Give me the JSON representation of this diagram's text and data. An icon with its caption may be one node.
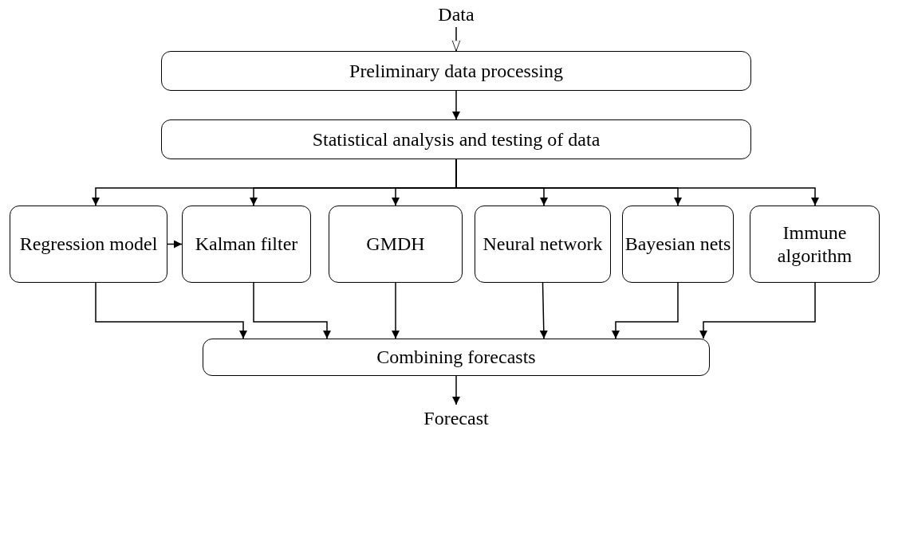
{
  "diagram": {
    "nodes": [
      {
        "text": [
          "Data"
        ]
      },
      {
        "text": [
          "Preliminary data processing"
        ]
      },
      {
        "text": [
          "Statistical analysis and testing of data"
        ]
      },
      {
        "text": [
          "Regression model"
        ]
      },
      {
        "text": [
          "Kalman filter"
        ]
      },
      {
        "text": [
          "GMDH"
        ]
      },
      {
        "text": [
          "Neural network"
        ]
      },
      {
        "text": [
          "Bayesian nets"
        ]
      },
      {
        "text": [
          "Immune algorithm"
        ]
      },
      {
        "text": [
          "Combining forecasts"
        ]
      },
      {
        "text": [
          "Forecast"
        ]
      }
    ],
    "edges": [
      {
        "from": 0,
        "to": 1,
        "arrow": "to"
      },
      {
        "from": 1,
        "to": 2,
        "arrow": "to"
      },
      {
        "from": 2,
        "to": 3,
        "arrow": "to"
      },
      {
        "from": 2,
        "to": 4,
        "arrow": "to"
      },
      {
        "from": 2,
        "to": 5,
        "arrow": "to"
      },
      {
        "from": 2,
        "to": 6,
        "arrow": "to"
      },
      {
        "from": 2,
        "to": 7,
        "arrow": "to"
      },
      {
        "from": 2,
        "to": 8,
        "arrow": "to"
      },
      {
        "from": 3,
        "to": 4,
        "arrow": "to"
      },
      {
        "from": 3,
        "to": 9,
        "arrow": "to"
      },
      {
        "from": 4,
        "to": 9,
        "arrow": "to"
      },
      {
        "from": 5,
        "to": 9,
        "arrow": "to"
      },
      {
        "from": 6,
        "to": 9,
        "arrow": "to"
      },
      {
        "from": 7,
        "to": 9,
        "arrow": "to"
      },
      {
        "from": 8,
        "to": 9,
        "arrow": "to"
      },
      {
        "from": 9,
        "to": 10,
        "arrow": "to"
      }
    ]
  }
}
